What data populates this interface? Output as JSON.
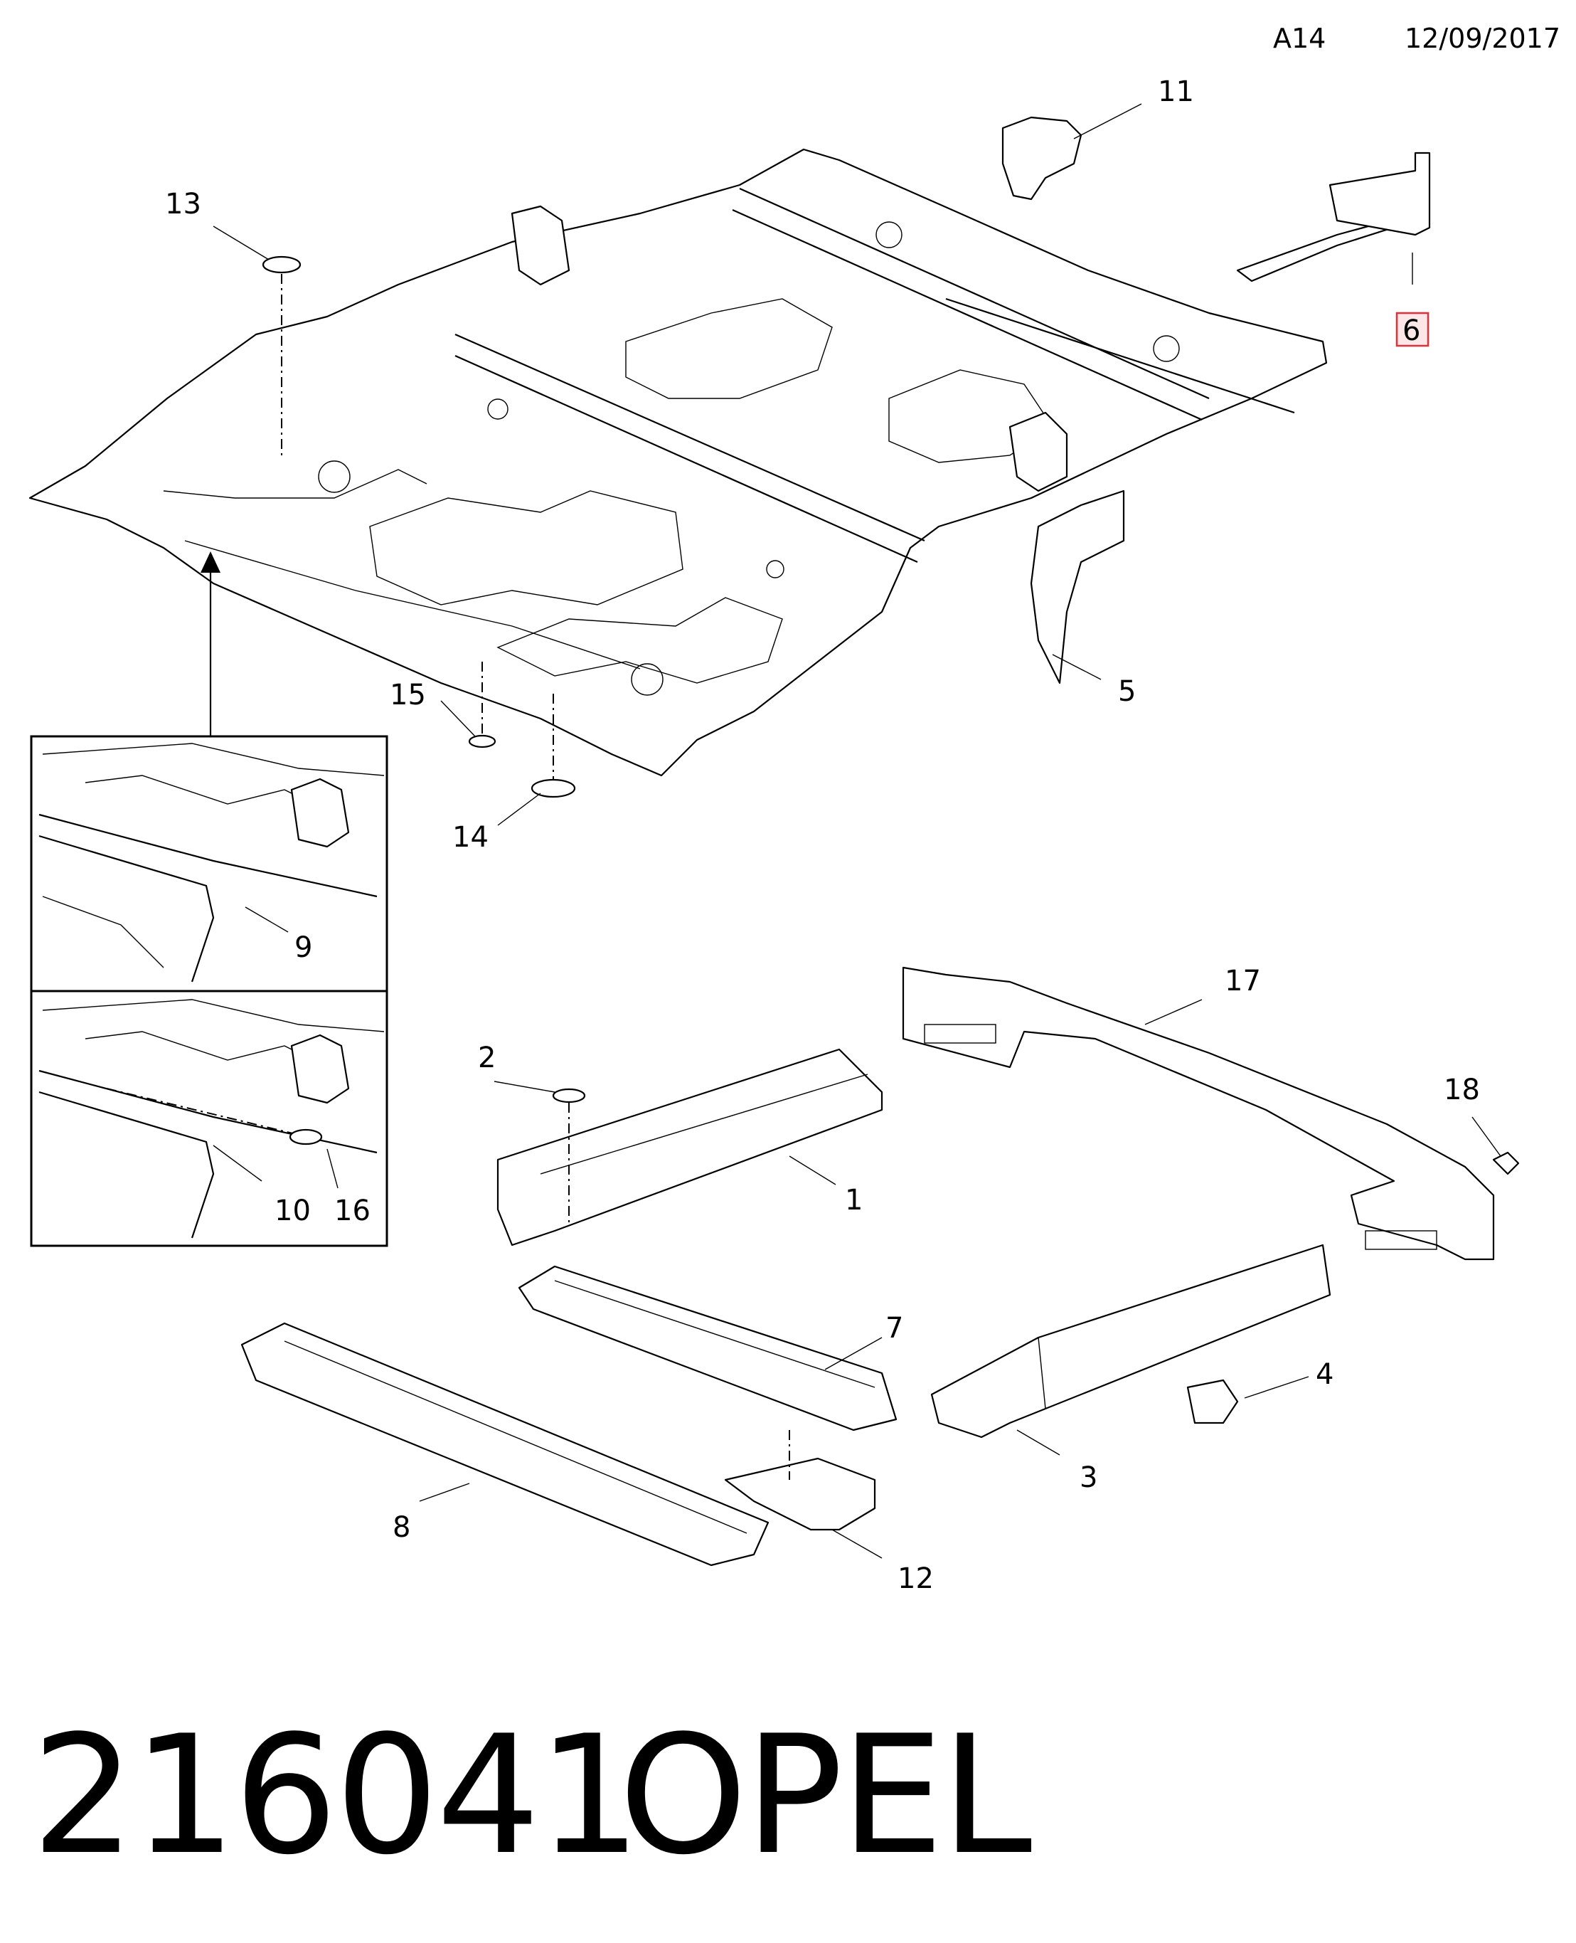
{
  "header": {
    "illustration_code": "A14",
    "date": "12/09/2017"
  },
  "callouts": [
    {
      "id": "c1",
      "label": "1"
    },
    {
      "id": "c2",
      "label": "2"
    },
    {
      "id": "c3",
      "label": "3"
    },
    {
      "id": "c4",
      "label": "4"
    },
    {
      "id": "c5",
      "label": "5"
    },
    {
      "id": "c6",
      "label": "6",
      "highlighted": true
    },
    {
      "id": "c7",
      "label": "7"
    },
    {
      "id": "c8",
      "label": "8"
    },
    {
      "id": "c9",
      "label": "9"
    },
    {
      "id": "c10",
      "label": "10"
    },
    {
      "id": "c11",
      "label": "11"
    },
    {
      "id": "c12",
      "label": "12"
    },
    {
      "id": "c13",
      "label": "13"
    },
    {
      "id": "c14",
      "label": "14"
    },
    {
      "id": "c15",
      "label": "15"
    },
    {
      "id": "c16",
      "label": "16"
    },
    {
      "id": "c17",
      "label": "17"
    },
    {
      "id": "c18",
      "label": "18"
    }
  ],
  "footer": {
    "part_number": "216041",
    "brand": "OPEL"
  },
  "colors": {
    "line": "#000000",
    "background": "#ffffff",
    "highlight_border": "#e0303a",
    "highlight_fill": "#fde6e8"
  }
}
